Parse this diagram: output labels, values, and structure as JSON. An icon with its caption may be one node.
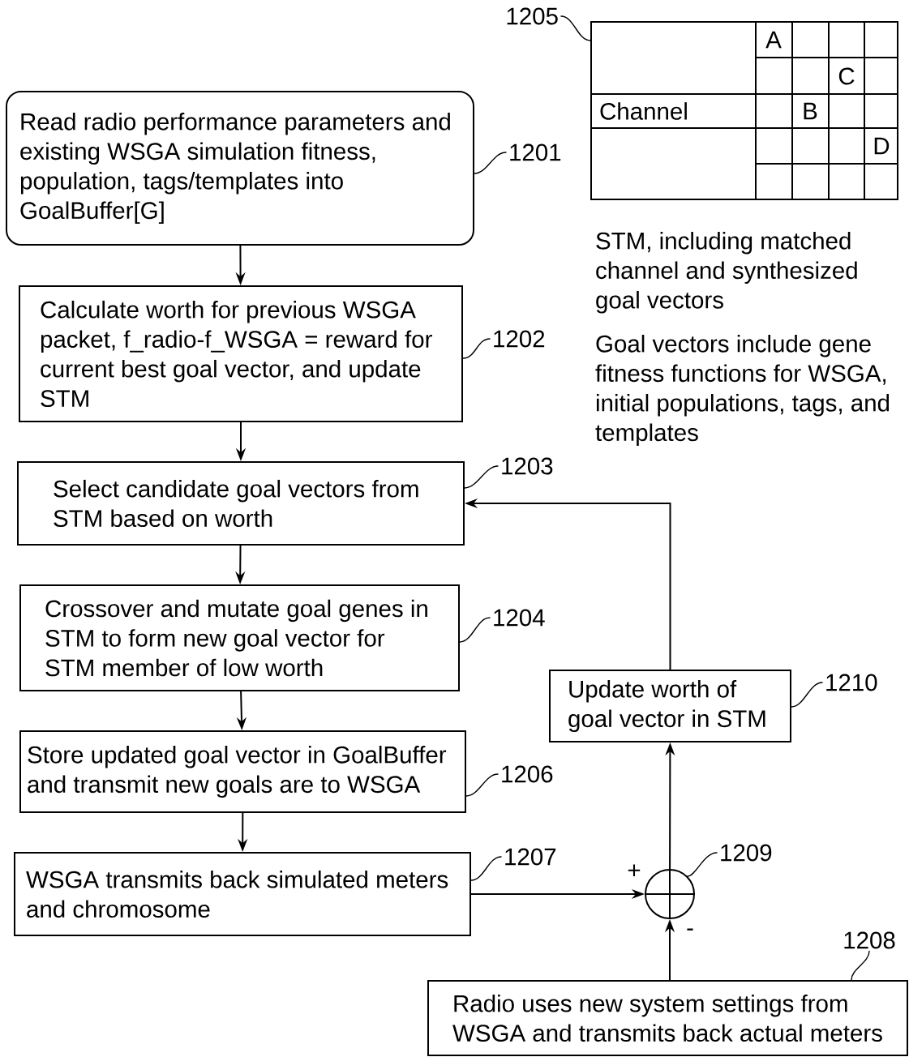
{
  "diagram": {
    "nodes": [
      {
        "text": [
          "Read radio performance parameters and existing WSGA simulation fitness, population, tags/templates into GoalBuffer[G]"
        ]
      },
      {
        "text": [
          "Calculate worth for previous WSGA packet, f_radio-f_WSGA = reward for current best goal vector, and update STM"
        ]
      },
      {
        "text": [
          "Select candidate goal vectors from STM based on worth"
        ]
      },
      {
        "text": [
          "Crossover and mutate goal genes in STM to form new goal vector for STM member of low worth"
        ]
      },
      {
        "text": [
          "Store updated goal vector in GoalBuffer and transmit new goals are to WSGA"
        ]
      },
      {
        "text": [
          "WSGA transmits back simulated meters and chromosome"
        ]
      },
      {
        "text": [],
        "shape": "circle"
      },
      {
        "text": [
          "Radio uses new system settings from WSGA and transmits back actual meters"
        ]
      },
      {
        "text": [
          "Update worth of goal vector in STM"
        ]
      },
      {
        "text": [
          "A",
          "C",
          "Channel",
          "B",
          "D"
        ]
      },
      {
        "text": [
          "1201"
        ]
      },
      {
        "text": [
          "1202"
        ]
      },
      {
        "text": [
          "1203"
        ]
      },
      {
        "text": [
          "1204"
        ]
      },
      {
        "text": [
          "1206"
        ]
      },
      {
        "text": [
          "1207"
        ]
      },
      {
        "text": [
          "1209"
        ]
      },
      {
        "text": [
          "1208"
        ]
      },
      {
        "text": [
          "1210"
        ]
      },
      {
        "text": [
          "1205"
        ]
      }
    ],
    "edges": [
      {
        "from": 0,
        "to": 1,
        "arrow": "to"
      },
      {
        "from": 1,
        "to": 2,
        "arrow": "to"
      },
      {
        "from": 2,
        "to": 3,
        "arrow": "to"
      },
      {
        "from": 3,
        "to": 4,
        "arrow": "to"
      },
      {
        "from": 4,
        "to": 5,
        "arrow": "to"
      },
      {
        "from": 5,
        "to": 6,
        "arrow": "to"
      },
      {
        "from": 7,
        "to": 6,
        "arrow": "to"
      },
      {
        "from": 6,
        "to": 8,
        "arrow": "to"
      },
      {
        "from": 8,
        "to": 2,
        "arrow": "to"
      },
      {
        "from": 10,
        "to": 0,
        "arrow": "none"
      },
      {
        "from": 11,
        "to": 1,
        "arrow": "none"
      },
      {
        "from": 12,
        "to": 2,
        "arrow": "none"
      },
      {
        "from": 13,
        "to": 3,
        "arrow": "none"
      },
      {
        "from": 14,
        "to": 4,
        "arrow": "none"
      },
      {
        "from": 15,
        "to": 5,
        "arrow": "none"
      },
      {
        "from": 16,
        "to": 6,
        "arrow": "none"
      },
      {
        "from": 17,
        "to": 7,
        "arrow": "none"
      },
      {
        "from": 18,
        "to": 8,
        "arrow": "none"
      },
      {
        "from": 19,
        "to": 9,
        "arrow": "none"
      }
    ],
    "labels": [
      "STM, including matched channel and synthesized goal vectors",
      "Goal vectors include gene fitness functions for WSGA, initial populations, tags, and templates",
      "+",
      "-"
    ]
  }
}
